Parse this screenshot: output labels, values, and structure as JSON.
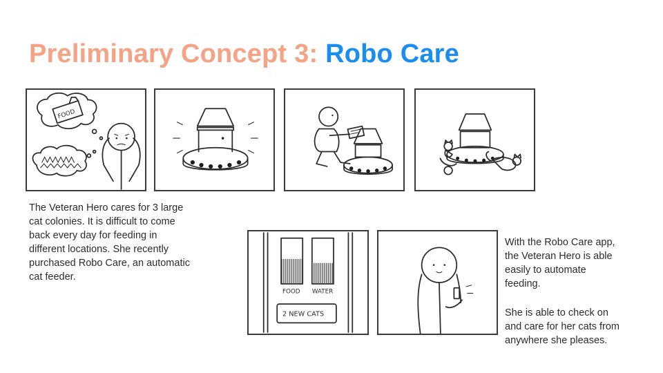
{
  "slide": {
    "title_main": "Preliminary Concept 3: ",
    "title_highlight": "Robo Care",
    "colors": {
      "title_main": "#f4a384",
      "title_highlight": "#1a8df0"
    }
  },
  "captions": {
    "left": "The Veteran Hero cares for 3 large\ncat colonies. It is difficult to come\nback every day for feeding in\ndifferent locations. She recently\npurchased Robo Care, an automatic\ncat feeder.",
    "right_1": "With the Robo Care app,\nthe Veteran Hero is able\neasily to automate\nfeeding.",
    "right_2": "She is able to check on\nand care for her cats from\nanywhere she pleases."
  },
  "sketch_text": {
    "food_box": "FOOD",
    "app_food": "FOOD",
    "app_water": "WATER",
    "app_new_cats": "2 NEW CATS"
  },
  "app_levels": {
    "food": 0.55,
    "water": 0.45
  }
}
